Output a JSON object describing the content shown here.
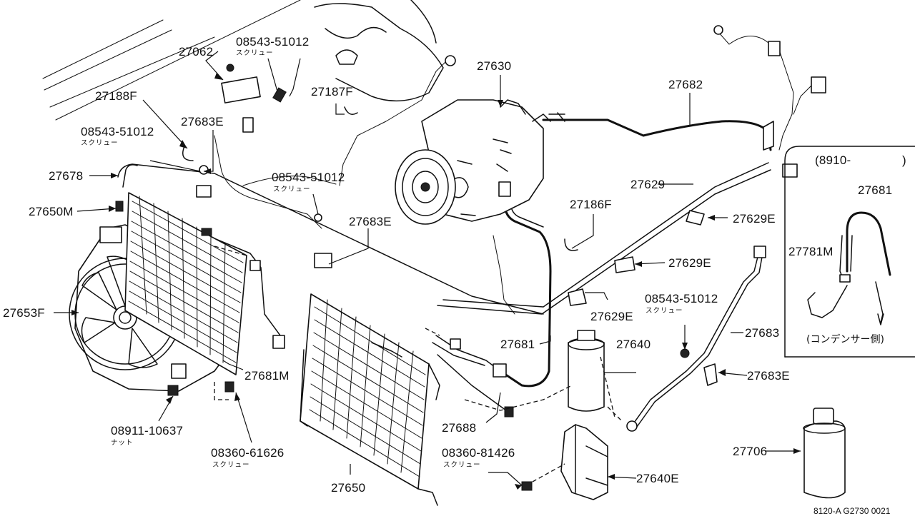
{
  "labels": {
    "p27062": "27062",
    "p08543_top": "08543-51012",
    "sub_top": "スクリュー",
    "p27188F": "27188F",
    "p27187F": "27187F",
    "p27683E_a": "27683E",
    "p08543_left": "08543-51012",
    "sub_left": "スクリュー",
    "p08543_mid": "08543-51012",
    "sub_mid": "スクリュー",
    "p27678": "27678",
    "p27650M": "27650M",
    "p27683E_b": "27683E",
    "p27653F": "27653F",
    "p27681M": "27681M",
    "p08911": "08911-10637",
    "sub_nut": "ナット",
    "p08360_a": "08360-61626",
    "sub_a": "スクリュー",
    "p27650": "27650",
    "p27630": "27630",
    "p27682": "27682",
    "p27629": "27629",
    "p27186F": "27186F",
    "p27629E_a": "27629E",
    "p27629E_b": "27629E",
    "p27629E_c": "27629E",
    "p08543_right": "08543-51012",
    "sub_right": "スクリュー",
    "p27681": "27681",
    "p27640": "27640",
    "p27683": "27683",
    "p27683E_c": "27683E",
    "p27688": "27688",
    "p08360_b": "08360-81426",
    "sub_b": "スクリュー",
    "p27640E": "27640E",
    "p27706": "27706"
  },
  "inset": {
    "date_range": "(8910-",
    "date_close": ")",
    "part": "27681",
    "sub_part": "27781M",
    "note": "(コンデンサー側)"
  },
  "reference_code": "8120-A G2730 0021"
}
